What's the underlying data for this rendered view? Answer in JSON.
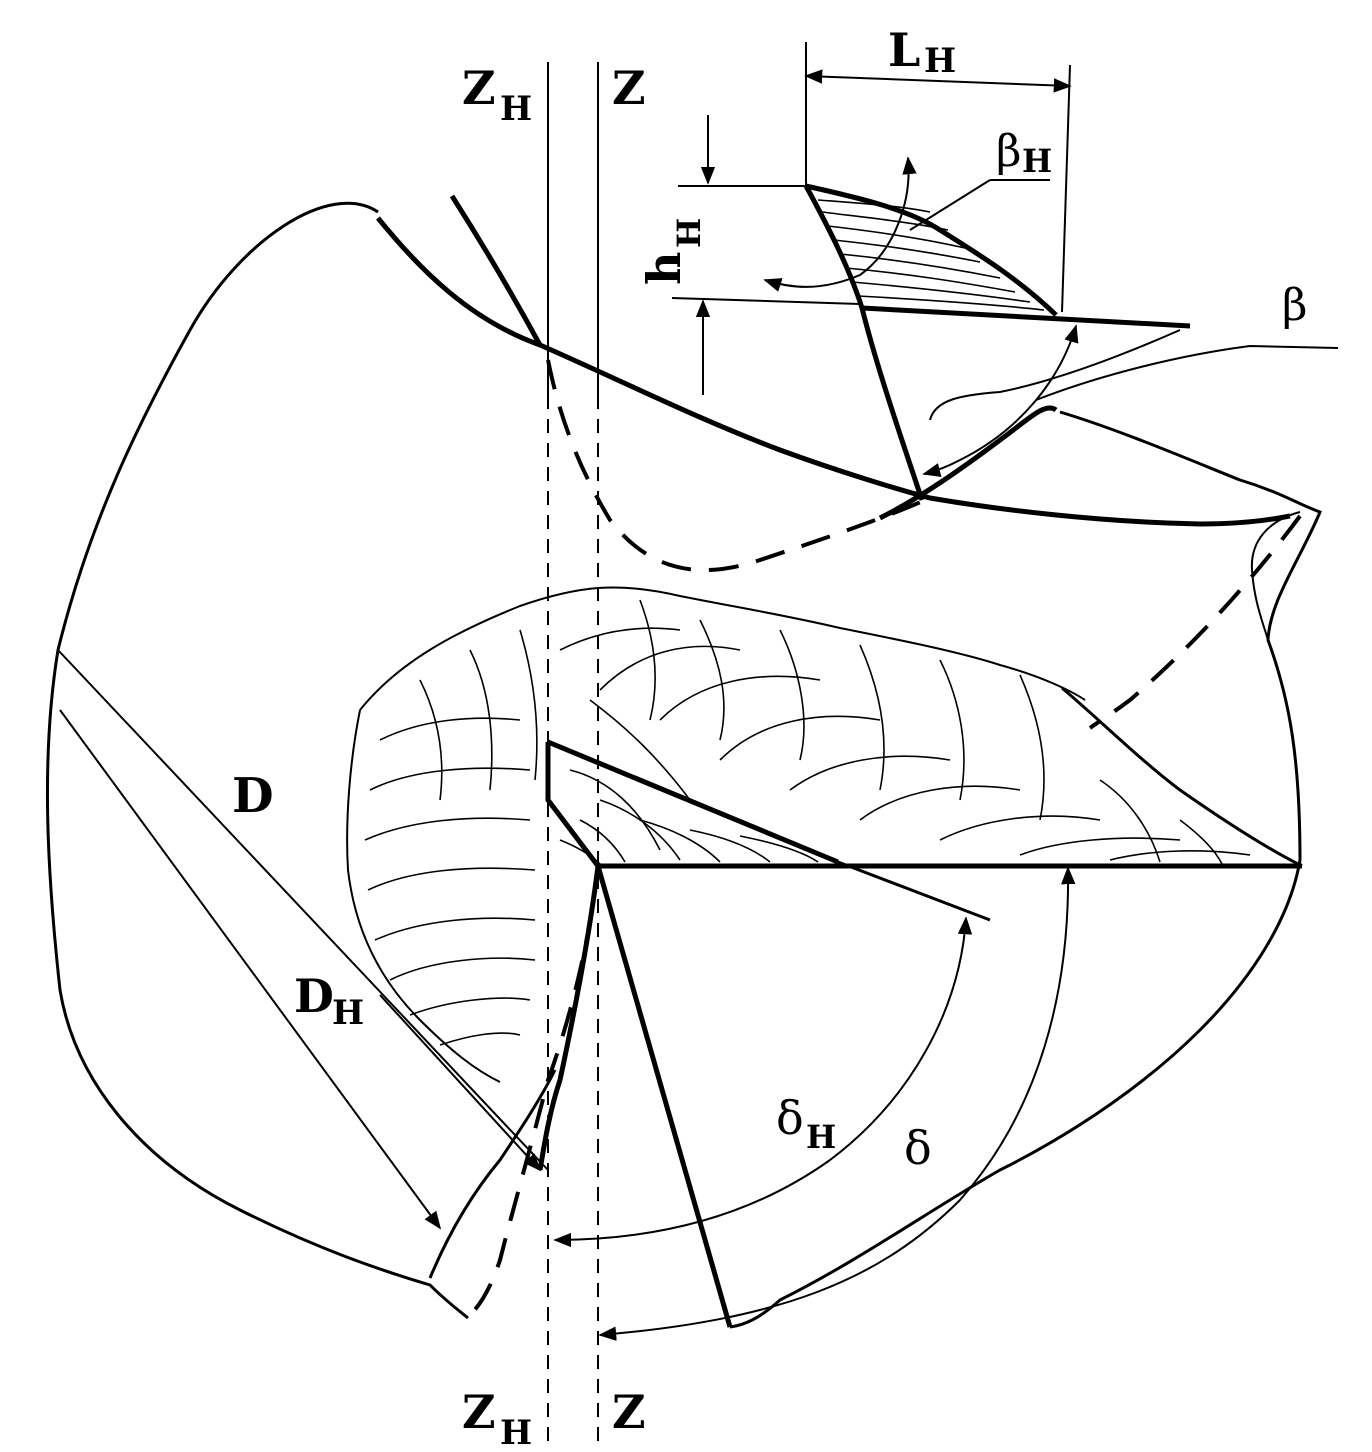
{
  "labels": {
    "axis_z_top": "Z",
    "axis_z_bottom": "Z",
    "axis_zh_top_main": "Z",
    "axis_zh_top_sub": "H",
    "axis_zh_bottom_main": "Z",
    "axis_zh_bottom_sub": "H",
    "l_h_main": "L",
    "l_h_sub": "H",
    "beta_h_main": "β",
    "beta_h_sub": "H",
    "h_h_main": "h",
    "h_h_sub": "H",
    "beta": "β",
    "d": "D",
    "d_h_main": "D",
    "d_h_sub": "H",
    "delta_h_main": "δ",
    "delta_h_sub": "H",
    "delta": "δ"
  }
}
